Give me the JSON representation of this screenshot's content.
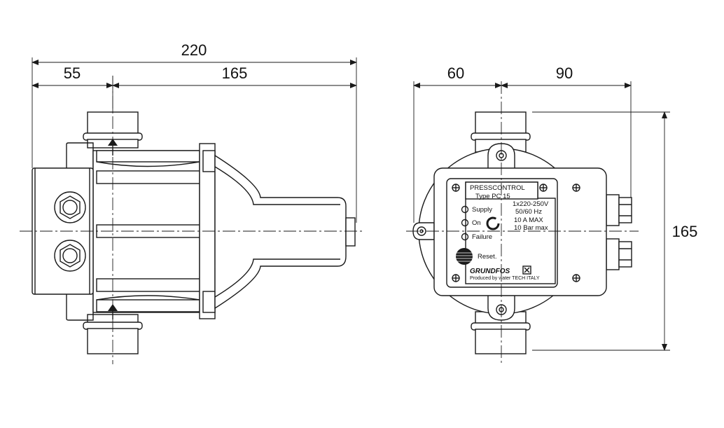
{
  "dimensions": {
    "total_width": "220",
    "left_offset": "55",
    "right_length": "165",
    "front_left": "60",
    "front_right": "90",
    "height": "165"
  },
  "label_panel": {
    "title": "PRESSCONTROL",
    "type": "Type PC 15",
    "indicators": [
      "Supply",
      "On",
      "Failure"
    ],
    "specs": [
      "1x220-250V",
      "50/60 Hz",
      "10 A MAX",
      "10 Bar max"
    ],
    "reset": "Reset.",
    "brand": "GRUNDFOS",
    "producer": "Produced by water TECH ITALY"
  }
}
